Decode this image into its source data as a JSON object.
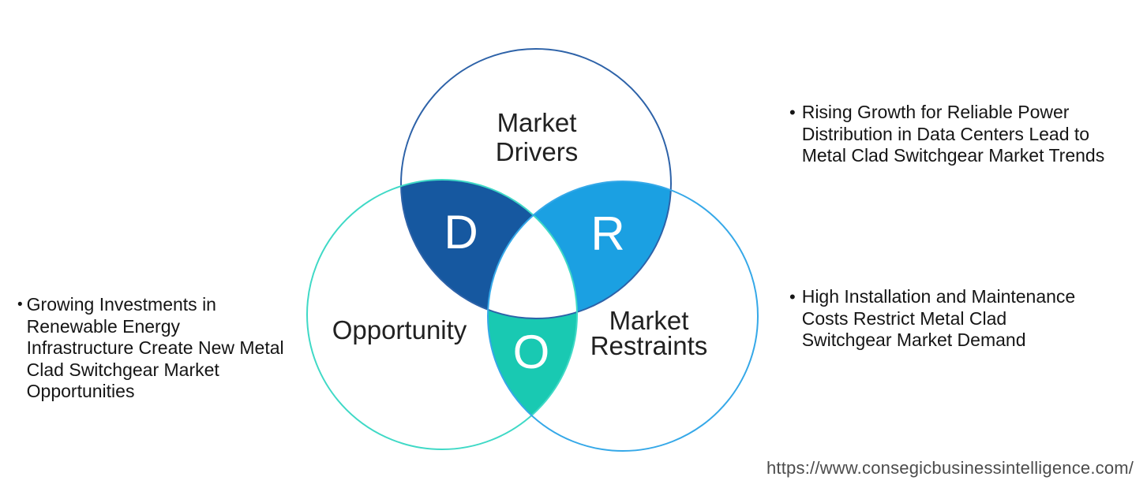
{
  "diagram": {
    "circles": [
      {
        "id": "market-drivers",
        "label_lines": [
          "Market",
          "Drivers"
        ],
        "stroke": "#2d62a8"
      },
      {
        "id": "opportunity",
        "label_lines": [
          "Opportunity"
        ],
        "stroke": "#3fd9c6"
      },
      {
        "id": "market-restraints",
        "label_lines": [
          "Market",
          "Restraints"
        ],
        "stroke": "#35a8e8"
      }
    ],
    "intersections": [
      {
        "letter": "D",
        "fill": "#1658a0",
        "meaning": "Drivers"
      },
      {
        "letter": "R",
        "fill": "#1ba0e2",
        "meaning": "Restraints"
      },
      {
        "letter": "O",
        "fill": "#19c9b2",
        "meaning": "Opportunity"
      }
    ]
  },
  "notes": {
    "left": {
      "bullet": "•",
      "lines": [
        "Growing Investments in",
        "Renewable Energy",
        "Infrastructure Create New Metal",
        "Clad Switchgear Market",
        "Opportunities"
      ]
    },
    "right_top": {
      "bullet": "•",
      "lines": [
        "Rising Growth for Reliable Power",
        "Distribution in Data Centers Lead to",
        "Metal Clad Switchgear Market Trends"
      ]
    },
    "right_bottom": {
      "bullet": "•",
      "lines": [
        "High Installation and Maintenance",
        "Costs Restrict Metal Clad",
        "Switchgear Market Demand"
      ]
    }
  },
  "footer": {
    "url": "https://www.consegicbusinessintelligence.com/"
  }
}
